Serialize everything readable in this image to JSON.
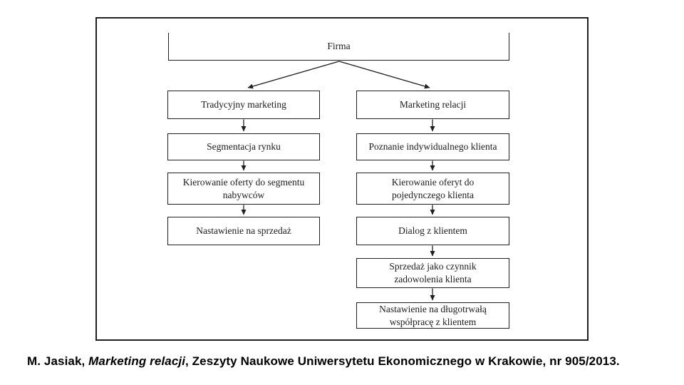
{
  "page": {
    "background": "#ffffff",
    "line_color": "#1f1f1f",
    "text_color": "#1c1c1c"
  },
  "diagram": {
    "root_label": "Firma",
    "left_column": {
      "header": "Tradycyjny marketing",
      "steps": [
        "Segmentacja rynku",
        "Kierowanie oferty do segmentu\nnabywców",
        "Nastawienie na sprzedaż"
      ]
    },
    "right_column": {
      "header": "Marketing relacji",
      "steps": [
        "Poznanie indywidualnego klienta",
        "Kierowanie oferyt do\npojedynczego klienta",
        "Dialog z klientem",
        "Sprzedaż jako czynnik\nzadowolenia klienta",
        "Nastawienie na długotrwałą\nwspółpracę z klientem"
      ]
    }
  },
  "citation": {
    "prefix": "M. Jasiak, ",
    "title": "Marketing relacji",
    "suffix": ", Zeszyty Naukowe Uniwersytetu Ekonomicznego w Krakowie, nr 905/2013."
  }
}
